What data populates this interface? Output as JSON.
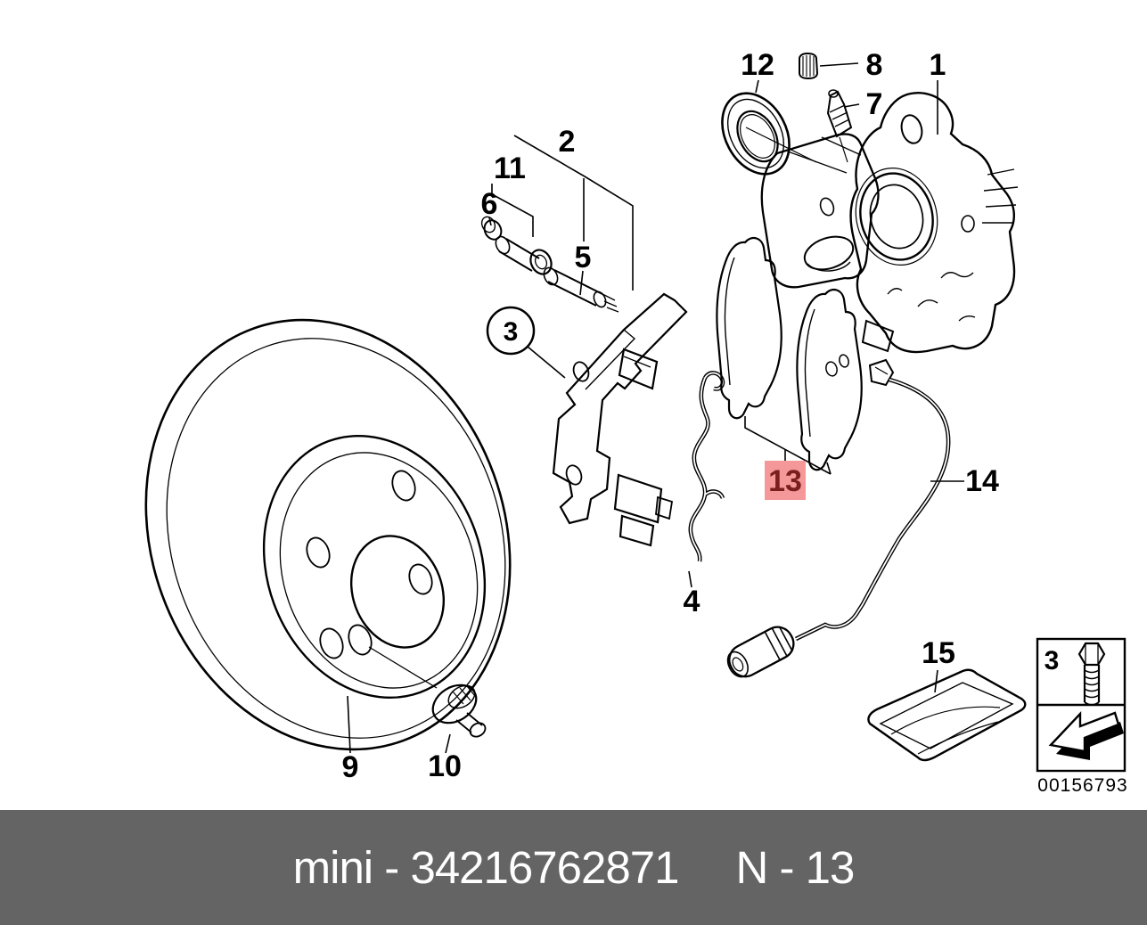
{
  "colors": {
    "line": "#000000",
    "highlight_bg": "#f59899",
    "highlight_fg": "#7c1e1e",
    "footer_bg": "#646464",
    "footer_fg": "#ffffff"
  },
  "callouts": {
    "c1": "1",
    "c2": "2",
    "c3": "3",
    "c4": "4",
    "c5": "5",
    "c6": "6",
    "c7": "7",
    "c8": "8",
    "c9": "9",
    "c10": "10",
    "c11": "11",
    "c12": "12",
    "c13": "13",
    "c14": "14",
    "c15": "15"
  },
  "legend": {
    "index": "3",
    "image_code": "00156793"
  },
  "footer": {
    "left": "mini - 34216762871",
    "right": "N - 13"
  }
}
